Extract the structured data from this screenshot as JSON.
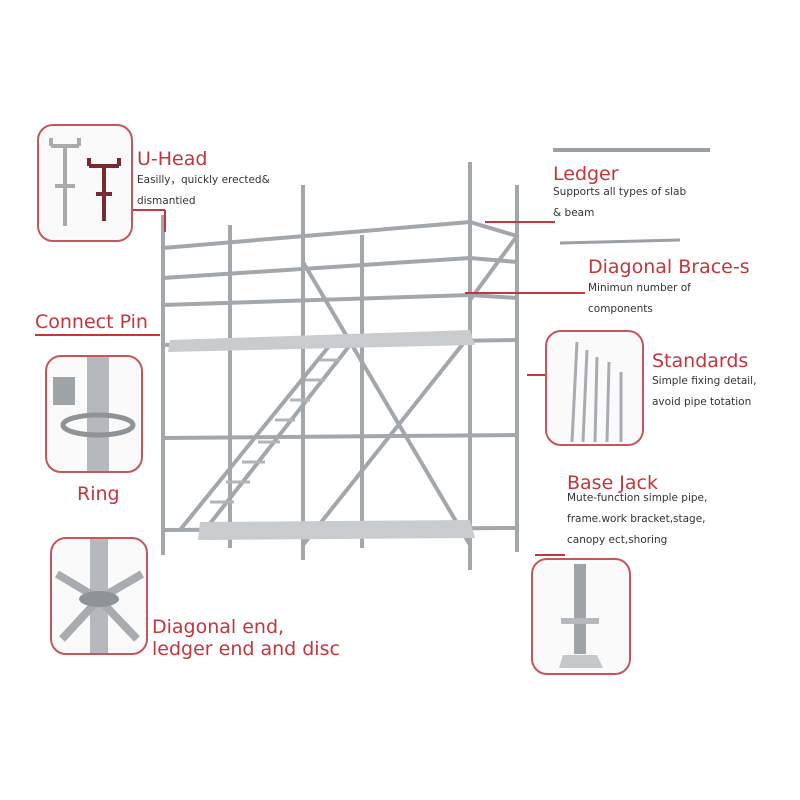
{
  "uhead": {
    "title": "U-Head",
    "desc1": "Easilly，quickly erected&",
    "desc2": "dismantied"
  },
  "connect_pin": {
    "title": "Connect Pin"
  },
  "ring": {
    "title": "Ring"
  },
  "diagonal_end": {
    "line1": "Diagonal end,",
    "line2": "ledger end and disc"
  },
  "ledger": {
    "title": "Ledger",
    "desc1": "Supports all types of slab",
    "desc2": "& beam"
  },
  "brace": {
    "title": "Diagonal Brace-s",
    "desc1": "Minimun number of",
    "desc2": "components"
  },
  "standards": {
    "title": "Standards",
    "desc1": "Simple fixing detail,",
    "desc2": "avoid pipe totation"
  },
  "base_jack": {
    "title": "Base Jack",
    "desc1": "Mute-function simple pipe,",
    "desc2": "frame.work bracket,stage,",
    "desc3": "canopy ect,shoring"
  },
  "colors": {
    "accent": "#c4353d",
    "pipe": "#9aa0a6"
  }
}
